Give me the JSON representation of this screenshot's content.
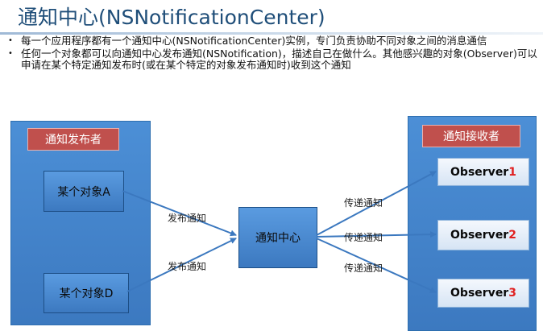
{
  "title": "通知中心(NSNotificationCenter)",
  "bullets": [
    "每一个应用程序都有一个通知中心(NSNotificationCenter)实例，专门负责协助不同对象之间的消息通信",
    "任何一个对象都可以向通知中心发布通知(NSNotification)，描述自己在做什么。其他感兴趣的对象(Observer)可以申请在某个特定通知发布时(或在某个特定的对象发布通知时)收到这个通知"
  ],
  "publisher_panel": {
    "label": "通知发布者",
    "objects": [
      "某个对象A",
      "某个对象D"
    ]
  },
  "center": {
    "label": "通知中心"
  },
  "receiver_panel": {
    "label": "通知接收者",
    "observers": [
      {
        "name": "Observer",
        "num": "1"
      },
      {
        "name": "Observer",
        "num": "2"
      },
      {
        "name": "Observer",
        "num": "3"
      }
    ]
  },
  "edge_labels": {
    "post_a": "发布通知",
    "post_d": "发布通知",
    "deliver_1": "传递通知",
    "deliver_2": "传递通知",
    "deliver_3": "传递通知"
  },
  "colors": {
    "title": "#1f4e79",
    "panel_blue": "#3c79c0",
    "tag_red": "#c0504d",
    "observer_number": "#e02020"
  }
}
